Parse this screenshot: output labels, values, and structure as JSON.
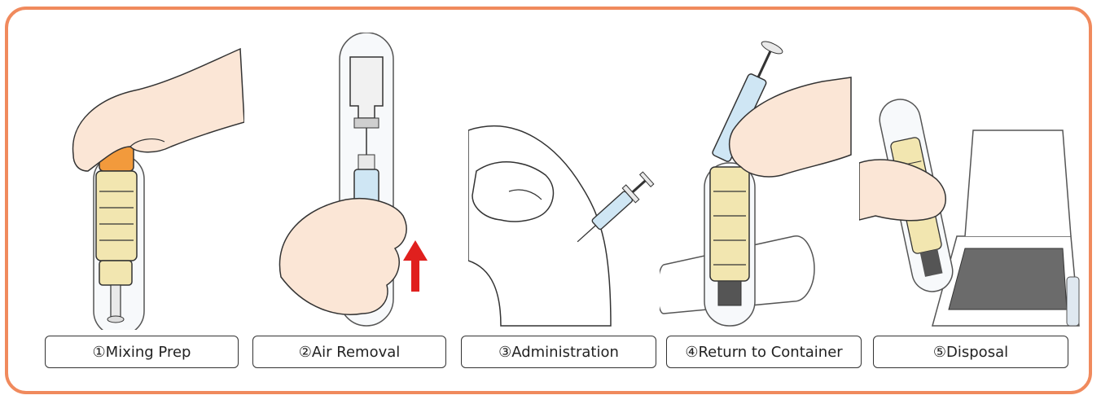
{
  "steps": [
    {
      "label": "①Mixing Prep"
    },
    {
      "label": "②Air Removal"
    },
    {
      "label": "③Administration"
    },
    {
      "label": "④Return to Container"
    },
    {
      "label": "⑤Disposal"
    }
  ],
  "colors": {
    "frame": "#f08a5d",
    "skin": "#fbe6d6",
    "device": "#f2e6b0",
    "cap": "#f29a3c",
    "syringe": "#cfe6f4",
    "arrow": "#e0201e",
    "tray": "#6b6b6b"
  },
  "icons": [
    "hand-icon",
    "syringe-icon",
    "container-tube-icon",
    "up-arrow-icon",
    "disposal-box-icon"
  ]
}
